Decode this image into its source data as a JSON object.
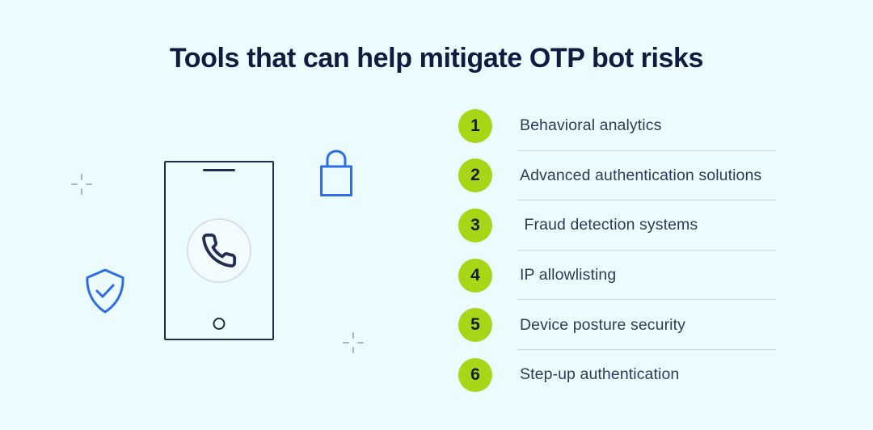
{
  "title": "Tools that can help mitigate OTP bot risks",
  "colors": {
    "background": "#ecfcfe",
    "title_text": "#101c3f",
    "list_text": "#2e3a5c",
    "badge_green": "#a6d616",
    "icon_blue": "#2d6ce4",
    "outline_navy": "#1f2b4d",
    "divider_gray": "#cbd5da",
    "marker_gray": "#a8b4ba",
    "call_circle_gray": "#d7dfe4"
  },
  "illustration": {
    "icons": [
      "smartphone-outline-icon",
      "call-handset-icon",
      "padlock-icon",
      "shield-check-icon",
      "crosshair-marker-icon"
    ]
  },
  "list": {
    "items": [
      {
        "number": "1",
        "label": "Behavioral analytics"
      },
      {
        "number": "2",
        "label": "Advanced authentication solutions"
      },
      {
        "number": "3",
        "label": " Fraud detection systems"
      },
      {
        "number": "4",
        "label": "IP allowlisting"
      },
      {
        "number": "5",
        "label": "Device posture security"
      },
      {
        "number": "6",
        "label": "Step-up authentication"
      }
    ]
  }
}
